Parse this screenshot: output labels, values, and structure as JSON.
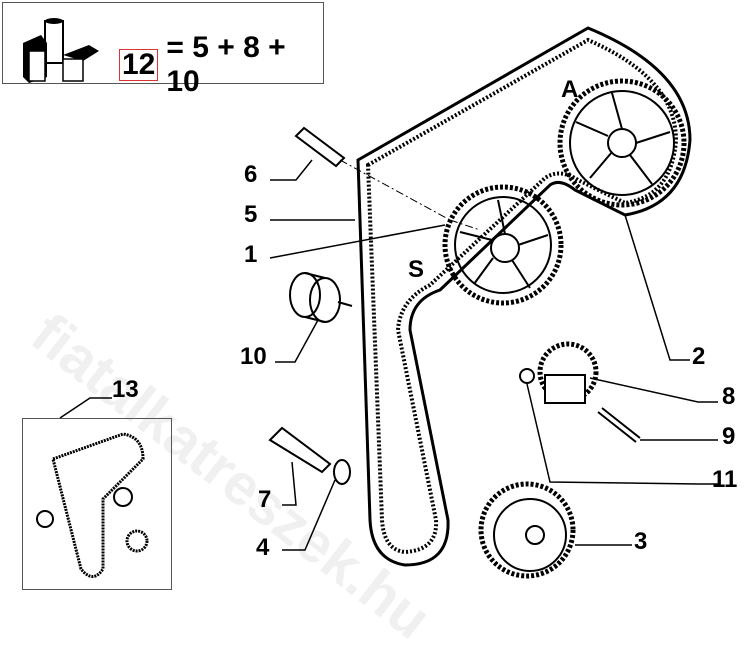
{
  "kit": {
    "kit_number": "12",
    "formula": "= 5 + 8 + 10"
  },
  "labels": {
    "A": "A",
    "S": "S",
    "p1": "1",
    "p2": "2",
    "p3": "3",
    "p4": "4",
    "p5": "5",
    "p6": "6",
    "p7": "7",
    "p8": "8",
    "p9": "9",
    "p10": "10",
    "p11": "11",
    "p13": "13"
  },
  "watermark": "fiatalkatreszek.hu"
}
